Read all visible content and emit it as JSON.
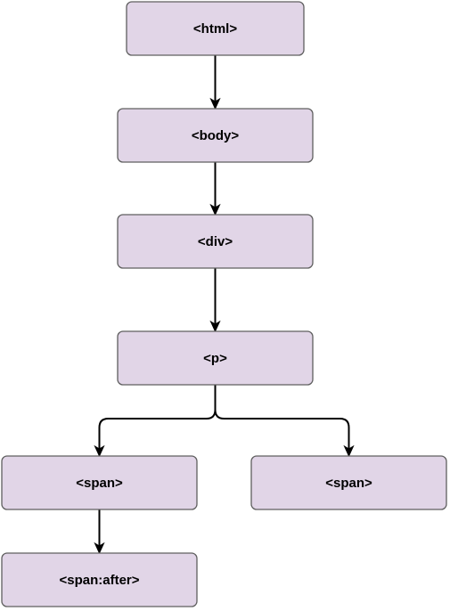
{
  "diagram": {
    "type": "tree",
    "nodes": [
      {
        "id": "html",
        "label": "<html>"
      },
      {
        "id": "body",
        "label": "<body>"
      },
      {
        "id": "div",
        "label": "<div>"
      },
      {
        "id": "p",
        "label": "<p>"
      },
      {
        "id": "span1",
        "label": "<span>"
      },
      {
        "id": "span2",
        "label": "<span>"
      },
      {
        "id": "span-after",
        "label": "<span:after>"
      }
    ],
    "edges": [
      {
        "from": "html",
        "to": "body"
      },
      {
        "from": "body",
        "to": "div"
      },
      {
        "from": "div",
        "to": "p"
      },
      {
        "from": "p",
        "to": "span1"
      },
      {
        "from": "p",
        "to": "span2"
      },
      {
        "from": "span1",
        "to": "span-after"
      }
    ],
    "colors": {
      "node_fill": "#e1d5e7",
      "node_stroke": "#5f5f5f",
      "edge": "#000000"
    }
  }
}
